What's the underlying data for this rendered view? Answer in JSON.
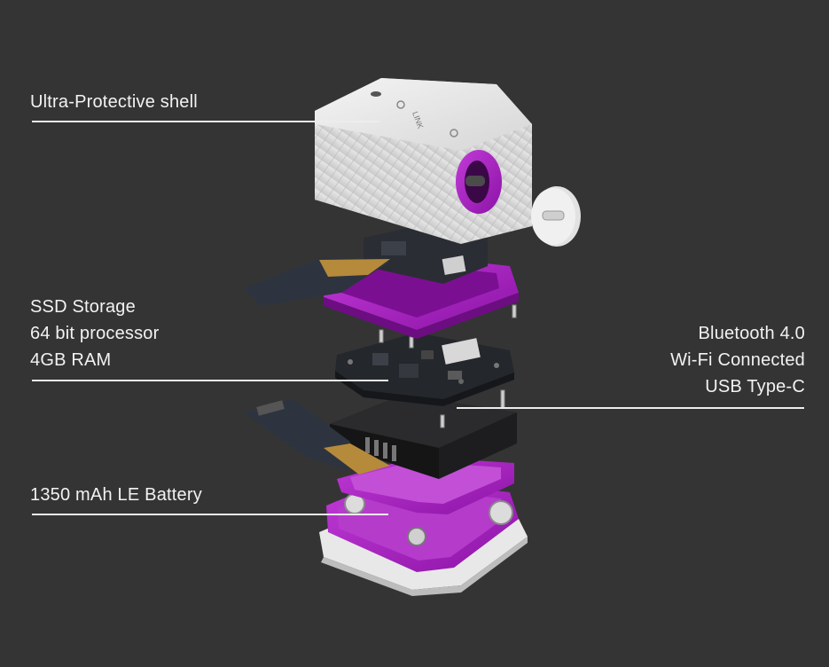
{
  "callouts": {
    "shell": {
      "lines": [
        "Ultra-Protective shell"
      ]
    },
    "compute": {
      "lines": [
        "SSD Storage",
        "64 bit processor",
        "4GB RAM"
      ]
    },
    "connectivity": {
      "lines": [
        "Bluetooth 4.0",
        "Wi-Fi Connected",
        "USB Type-C"
      ]
    },
    "battery": {
      "lines": [
        "1350 mAh LE Battery"
      ]
    }
  },
  "device": {
    "shell_text": "LINK"
  },
  "colors": {
    "background": "#343434",
    "accent_purple": "#a51fc2",
    "shell_white": "#e9e9e9",
    "pcb_dark": "#2a2d33",
    "text": "#f2f2f2"
  }
}
